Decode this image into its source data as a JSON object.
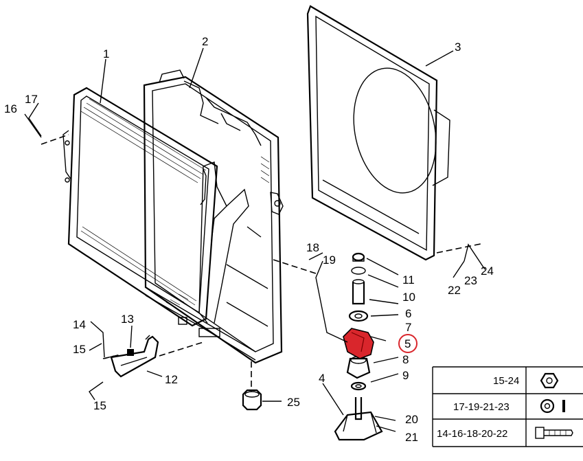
{
  "callouts": {
    "c1": "1",
    "c2": "2",
    "c3": "3",
    "c4": "4",
    "c5": "5",
    "c6": "6",
    "c7": "7",
    "c8": "8",
    "c9": "9",
    "c10": "10",
    "c11": "11",
    "c12": "12",
    "c13": "13",
    "c14": "14",
    "c15a": "15",
    "c15b": "15",
    "c16": "16",
    "c17": "17",
    "c18": "18",
    "c19": "19",
    "c20": "20",
    "c21": "21",
    "c22": "22",
    "c23": "23",
    "c24": "24",
    "c25": "25"
  },
  "highlight": {
    "part": "5",
    "color": "#d9262c"
  },
  "legend": {
    "rows": [
      {
        "label": "15-24",
        "icon": "nut-icon"
      },
      {
        "label": "17-19-21-23",
        "icon": "washer-icon"
      },
      {
        "label": "14-16-18-20-22",
        "icon": "bolt-icon"
      }
    ]
  }
}
